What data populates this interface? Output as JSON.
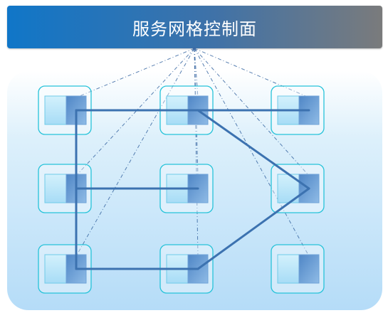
{
  "title": "服务网格控制面",
  "colors": {
    "title_start": "#1076c8",
    "title_end": "#7a7b7c",
    "node_border": "#27c3d9",
    "node_fill": "#c8eefb",
    "sidecar_fill": "#5f96d2",
    "link": "#3c72b0",
    "control_line": "#3c6aa4"
  },
  "nodes": [
    {
      "id": "r1c1"
    },
    {
      "id": "r1c2"
    },
    {
      "id": "r1c3"
    },
    {
      "id": "r2c1"
    },
    {
      "id": "r2c2"
    },
    {
      "id": "r2c3"
    },
    {
      "id": "r3c1"
    },
    {
      "id": "r3c2"
    },
    {
      "id": "r3c3"
    }
  ],
  "links": [
    [
      "r1c1",
      "r1c2"
    ],
    [
      "r1c2",
      "r1c3"
    ],
    [
      "r1c1",
      "r2c1"
    ],
    [
      "r2c1",
      "r3c1"
    ],
    [
      "r2c1",
      "r2c2"
    ],
    [
      "r3c1",
      "r3c2"
    ],
    [
      "r1c2",
      "r2c3"
    ],
    [
      "r2c3",
      "r3c2"
    ]
  ],
  "control_links": [
    "r1c1",
    "r1c2",
    "r1c3",
    "r2c1",
    "r2c2",
    "r2c3",
    "r3c1",
    "r3c2",
    "r3c3"
  ]
}
